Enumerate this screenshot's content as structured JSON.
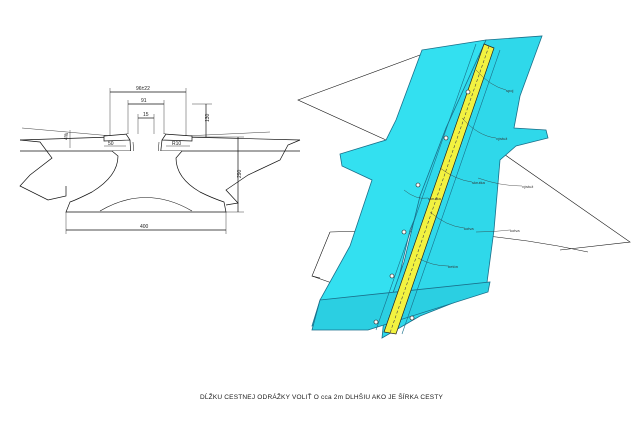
{
  "caption": "DĹŽKU CESTNEJ ODRÁŽKY VOLIŤ O cca 2m DLHŠIU AKO JE ŠÍRKA CESTY",
  "section": {
    "dim_top": "96±22",
    "dim_inner": "91",
    "dim_slot": "15",
    "dim_left_flange": "50",
    "dim_right_flange": "R10",
    "dim_height_right": "130",
    "dim_height_total": "290",
    "dim_base": "400",
    "dim_slope": "4%"
  },
  "perspective": {
    "callouts": [
      "spoj",
      "výstuž",
      "skrutka",
      "kotva",
      "betón",
      "kotva",
      "skrutka",
      "výstuž"
    ]
  },
  "colors": {
    "panel": "#33e0f0",
    "panel_edge": "#1a6f8a",
    "channel": "#f2f240",
    "line": "#111111"
  }
}
